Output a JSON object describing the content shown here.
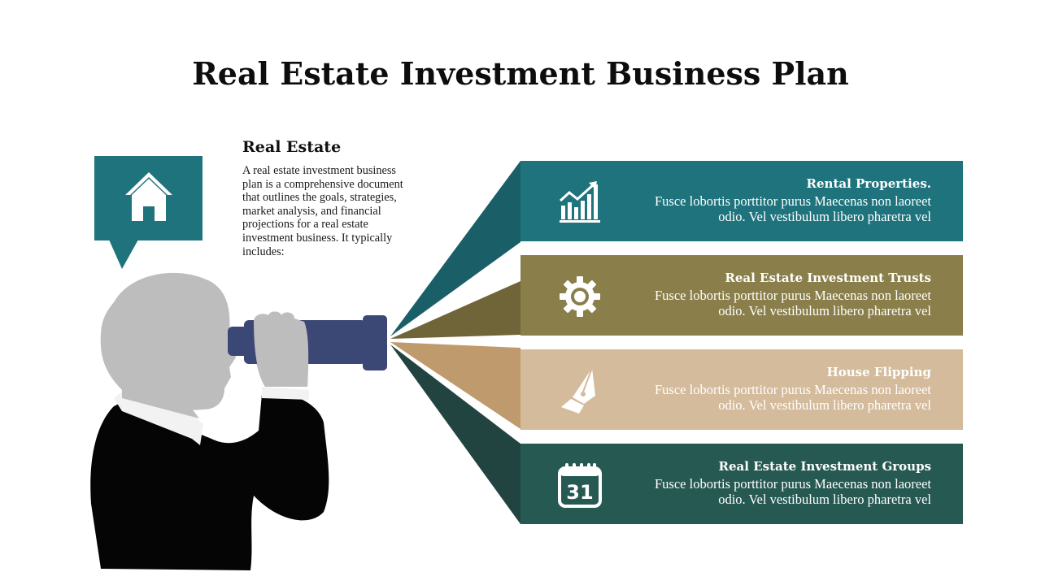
{
  "title": "Real Estate Investment Business Plan",
  "intro": {
    "heading": "Real  Estate",
    "body": "A real estate investment business plan is a comprehensive document that outlines the goals, strategies, market analysis, and financial projections for a real estate investment business. It typically includes:"
  },
  "bubble": {
    "icon": "house-icon"
  },
  "items": [
    {
      "title": "Rental Properties.",
      "desc": "Fusce lobortis porttitor purus Maecenas non laoreet odio. Vel vestibulum libero pharetra vel",
      "icon": "growth-chart-icon",
      "color": "#1f737d"
    },
    {
      "title": "Real Estate Investment Trusts ",
      "desc": "Fusce lobortis porttitor purus Maecenas non laoreet odio. Vel vestibulum libero pharetra vel",
      "icon": "gear-icon",
      "color": "#8a7f4b"
    },
    {
      "title": "House Flipping",
      "desc": "Fusce lobortis porttitor purus Maecenas non laoreet odio. Vel vestibulum libero pharetra vel",
      "icon": "pen-nib-icon",
      "color": "#d4bb9b"
    },
    {
      "title": "Real Estate Investment Groups",
      "desc": "Fusce lobortis porttitor purus Maecenas non laoreet odio. Vel vestibulum libero pharetra vel",
      "icon": "calendar-icon",
      "calendar_day": "31",
      "color": "#275953"
    }
  ]
}
